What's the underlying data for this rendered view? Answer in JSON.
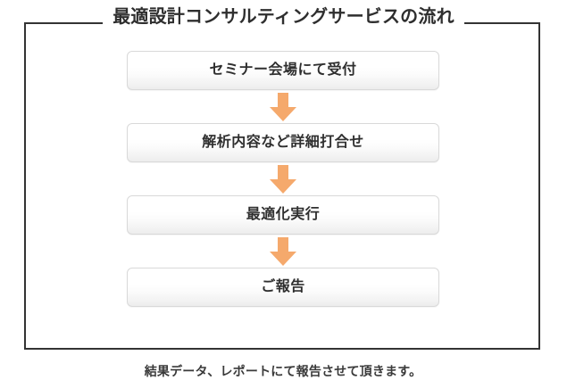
{
  "diagram": {
    "title": "最適設計コンサルティングサービスの流れ",
    "steps": [
      {
        "label": "セミナー会場にて受付"
      },
      {
        "label": "解析内容など詳細打合せ"
      },
      {
        "label": "最適化実行"
      },
      {
        "label": "ご報告"
      }
    ],
    "connector_icon": "down-arrow-icon",
    "note": "結果データ、レポートにて報告させて頂きます。",
    "colors": {
      "frame_border": "#333333",
      "title_text": "#2e2e2e",
      "step_text": "#2f2f2f",
      "step_border": "#d9d9d9",
      "step_fill_top": "#ffffff",
      "step_fill_bottom": "#ededed",
      "arrow": "#f5a96c",
      "note_text": "#3a3a3a",
      "background": "#ffffff"
    }
  }
}
